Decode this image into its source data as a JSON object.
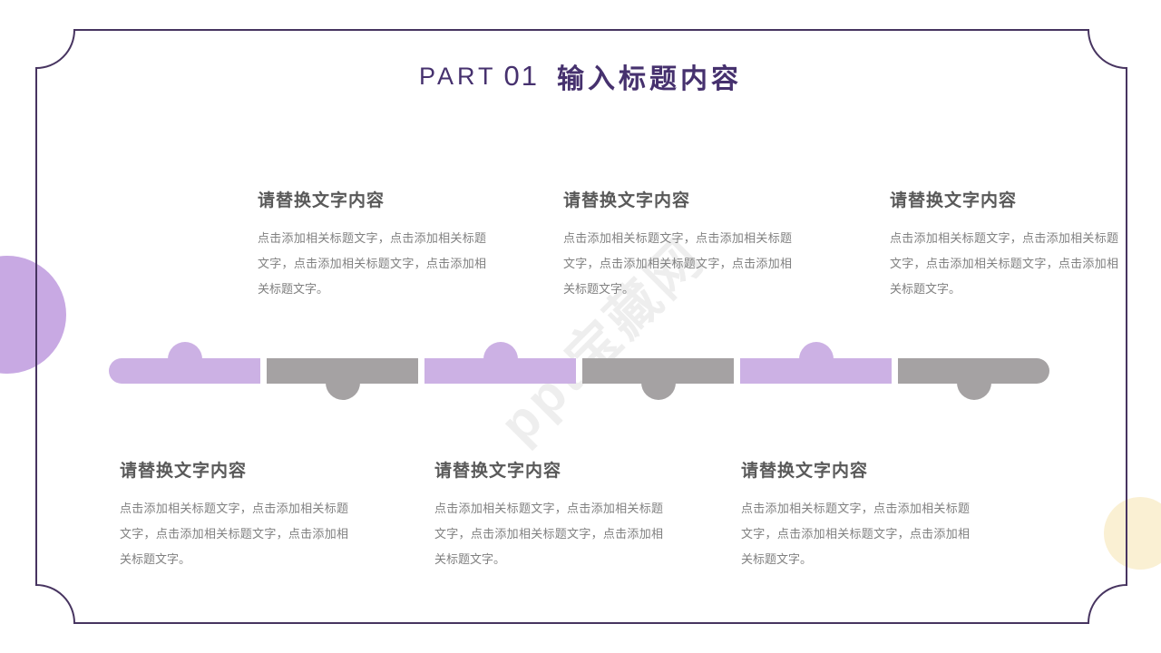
{
  "title": {
    "part_label": "PART",
    "part_number": "01",
    "text": "输入标题内容"
  },
  "watermark": "ppt宝藏网",
  "blocks_top": [
    {
      "heading": "请替换文字内容",
      "body": "点击添加相关标题文字，点击添加相关标题文字，点击添加相关标题文字，点击添加相关标题文字。"
    },
    {
      "heading": "请替换文字内容",
      "body": "点击添加相关标题文字，点击添加相关标题文字，点击添加相关标题文字，点击添加相关标题文字。"
    },
    {
      "heading": "请替换文字内容",
      "body": "点击添加相关标题文字，点击添加相关标题文字，点击添加相关标题文字，点击添加相关标题文字。"
    }
  ],
  "blocks_bottom": [
    {
      "heading": "请替换文字内容",
      "body": "点击添加相关标题文字，点击添加相关标题文字，点击添加相关标题文字，点击添加相关标题文字。"
    },
    {
      "heading": "请替换文字内容",
      "body": "点击添加相关标题文字，点击添加相关标题文字，点击添加相关标题文字，点击添加相关标题文字。"
    },
    {
      "heading": "请替换文字内容",
      "body": "点击添加相关标题文字，点击添加相关标题文字，点击添加相关标题文字，点击添加相关标题文字。"
    }
  ],
  "timeline": {
    "segments": [
      {
        "color": "purple",
        "bump": "up",
        "cap": "round-left"
      },
      {
        "color": "gray",
        "bump": "down",
        "cap": ""
      },
      {
        "color": "purple",
        "bump": "up",
        "cap": ""
      },
      {
        "color": "gray",
        "bump": "down",
        "cap": ""
      },
      {
        "color": "purple",
        "bump": "up",
        "cap": ""
      },
      {
        "color": "gray",
        "bump": "down",
        "cap": "round-right"
      }
    ]
  },
  "colors": {
    "title": "#46316e",
    "frame": "#473460",
    "bar_purple": "#ccb1e4",
    "bar_gray": "#a5a2a3",
    "circle_purple": "#c8a9e3",
    "circle_yellow": "#faf0d3",
    "heading": "#595959",
    "body_text": "#808080",
    "watermark": "#c9c9c9"
  }
}
